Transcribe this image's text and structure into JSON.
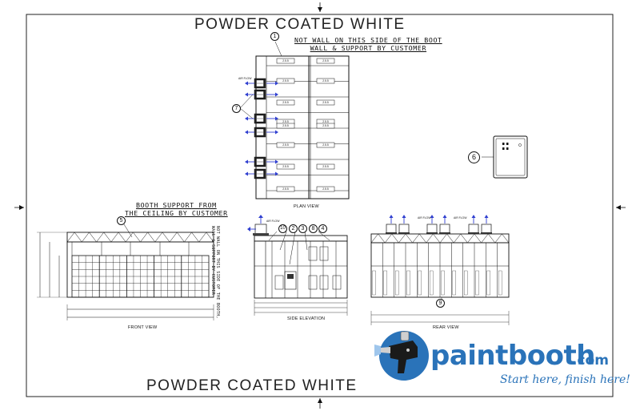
{
  "sheet": {
    "title_top": "POWDER COATED WHITE",
    "title_bottom": "POWDER COATED WHITE"
  },
  "notes": {
    "wall_line1": "NOT WALL ON THIS SIDE OF THE BOOT",
    "wall_line2": "WALL & SUPPORT BY CUSTOMER",
    "support_line1": "BOOTH SUPPORT FROM",
    "support_line2": "THE CEILING BY CUSTOMER",
    "side_vertical_1": "NOT WALL ON THIS SIDE OF THE BOOTH,",
    "side_vertical_2": "WALL & SUPPORT BY CUSTOMER"
  },
  "views": {
    "plan": "PLAN VIEW",
    "front": "FRONT VIEW",
    "side": "SIDE ELEVATION",
    "rear": "REAR VIEW"
  },
  "plan": {
    "filter_label": "2.5.5",
    "air_flow": "AIR FLOW"
  },
  "callouts": [
    "1",
    "2",
    "3",
    "4",
    "5",
    "6",
    "7",
    "8",
    "9",
    "10"
  ],
  "brand": {
    "word": "paintbooth",
    "tld": ".com",
    "tagline": "Start here, finish here!"
  },
  "colors": {
    "brand_blue": "#2a73b9",
    "air_arrow": "#2f3fd0",
    "line": "#111111"
  }
}
